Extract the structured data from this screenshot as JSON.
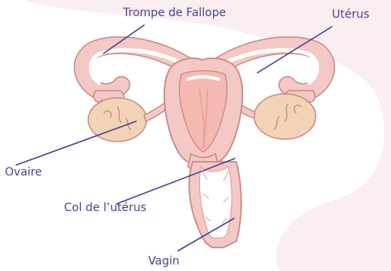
{
  "labels": {
    "fallopian_tube": "Trompe de Fallope",
    "uterus": "Utérus",
    "ovary": "Ovaire",
    "cervix": "Col de l’utérus",
    "vagina": "Vagin"
  },
  "colors": {
    "label_text": "#4a4490",
    "leader_line": "#4a4490",
    "background_blob": "#fbeef0",
    "uterus_fill": "#f4c8c4",
    "uterus_inner": "#f5b9b4",
    "outline": "#c98a86",
    "ovary_fill": "#f3d3b5",
    "vagina_lining": "#ffffff"
  }
}
